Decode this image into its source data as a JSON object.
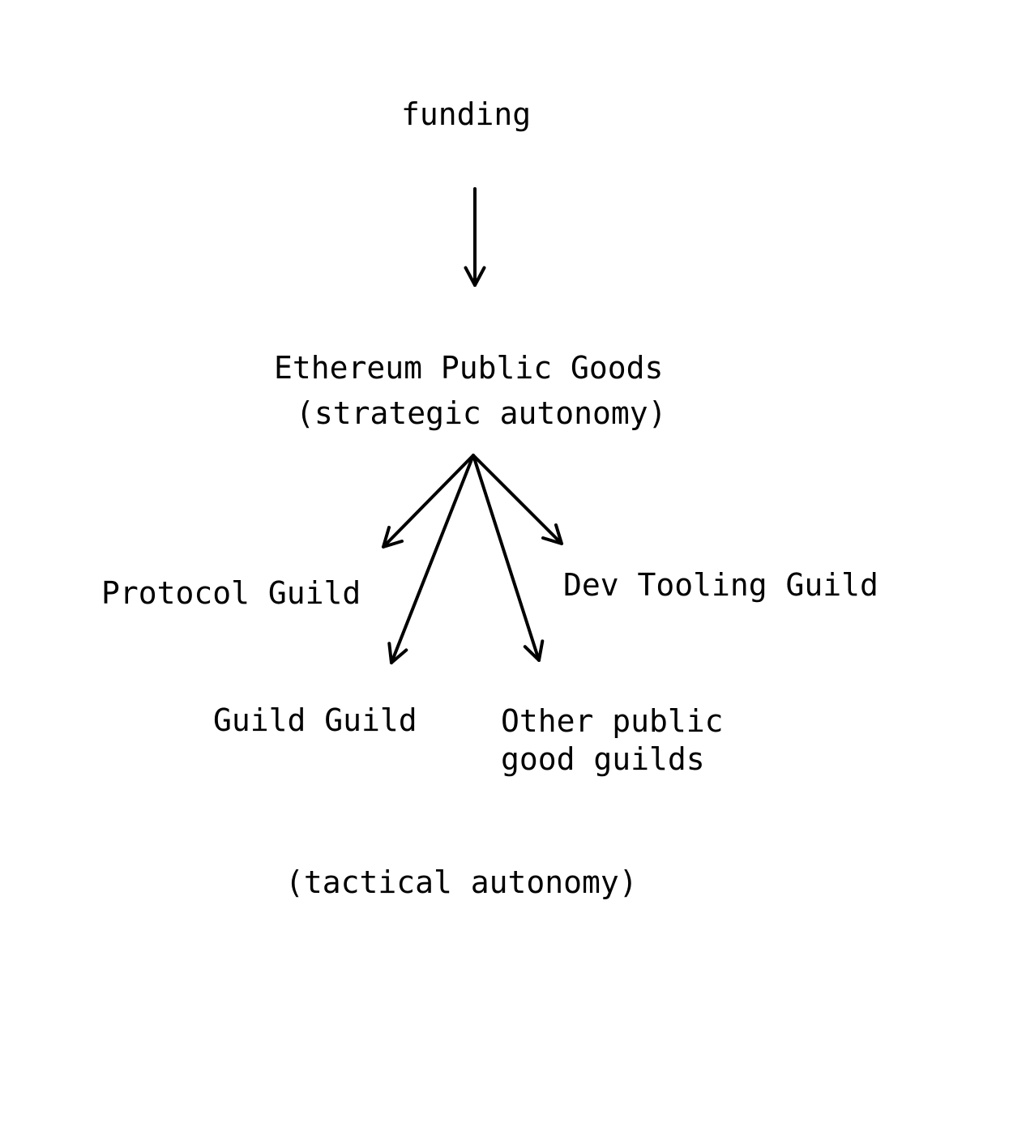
{
  "diagram": {
    "colors": {
      "background": "#ffffff",
      "ink": "#000000"
    },
    "nodes": {
      "funding": {
        "label": "funding"
      },
      "ethereum_public_goods": {
        "title": "Ethereum Public Goods",
        "subtitle": "(strategic autonomy)"
      },
      "protocol_guild": {
        "label": "Protocol Guild"
      },
      "dev_tooling_guild": {
        "label": "Dev Tooling Guild"
      },
      "guild_guild": {
        "label": "Guild Guild"
      },
      "other_public_good_guilds": {
        "label_line1": "Other public",
        "label_line2": "good guilds"
      },
      "tactical_autonomy": {
        "label": "(tactical autonomy)"
      }
    },
    "edges": [
      {
        "from": "funding",
        "to": "ethereum_public_goods"
      },
      {
        "from": "ethereum_public_goods",
        "to": "protocol_guild"
      },
      {
        "from": "ethereum_public_goods",
        "to": "dev_tooling_guild"
      },
      {
        "from": "ethereum_public_goods",
        "to": "guild_guild"
      },
      {
        "from": "ethereum_public_goods",
        "to": "other_public_good_guilds"
      }
    ]
  }
}
